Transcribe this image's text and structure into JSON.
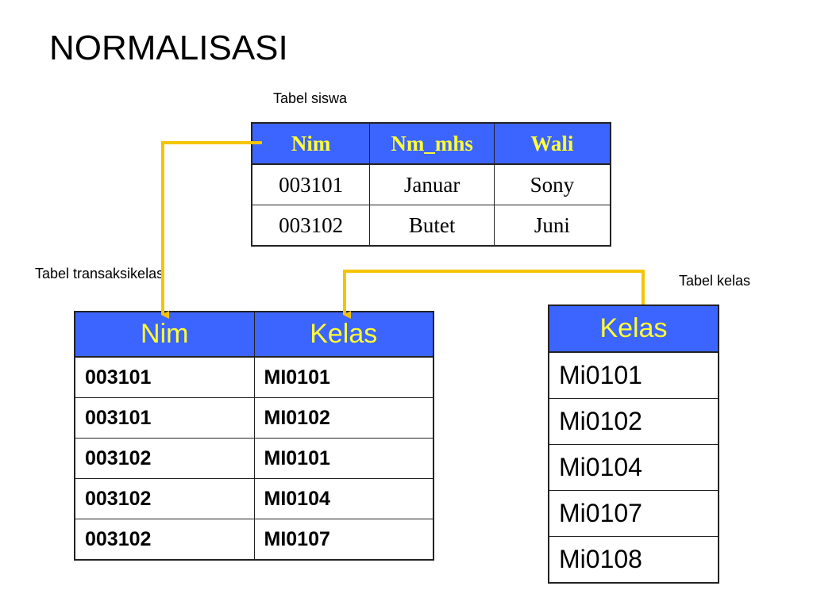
{
  "title": "NORMALISASI",
  "captions": {
    "siswa": "Tabel siswa",
    "transaksi": "Tabel transaksikelas",
    "kelas": "Tabel kelas"
  },
  "tabel_siswa": {
    "headers": [
      "Nim",
      "Nm_mhs",
      "Wali"
    ],
    "rows": [
      [
        "003101",
        "Januar",
        "Sony"
      ],
      [
        "003102",
        "Butet",
        "Juni"
      ]
    ]
  },
  "tabel_transaksikelas": {
    "headers": [
      "Nim",
      "Kelas"
    ],
    "rows": [
      [
        "003101",
        "MI0101"
      ],
      [
        "003101",
        "MI0102"
      ],
      [
        "003102",
        "MI0101"
      ],
      [
        "003102",
        "MI0104"
      ],
      [
        "003102",
        "MI0107"
      ]
    ]
  },
  "tabel_kelas": {
    "headers": [
      "Kelas"
    ],
    "rows": [
      [
        "Mi0101"
      ],
      [
        "Mi0102"
      ],
      [
        "Mi0104"
      ],
      [
        "Mi0107"
      ],
      [
        "Mi0108"
      ]
    ]
  },
  "colors": {
    "header_bg": "#3c64ff",
    "header_text": "#ffff33",
    "connector": "#f5c400"
  }
}
